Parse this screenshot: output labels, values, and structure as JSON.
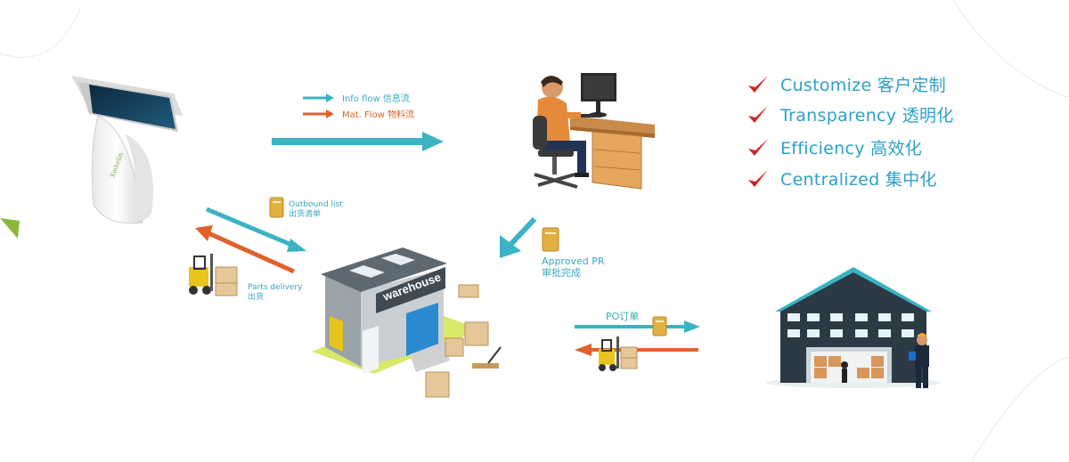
{
  "legend": {
    "info_flow": "Info flow  信息流",
    "mat_flow": "Mat. Flow  物料流"
  },
  "colors": {
    "info_flow": "#3bb3c3",
    "mat_flow": "#e0612a",
    "check": "#d42020",
    "feature_text": "#2ba0c8"
  },
  "flows": {
    "outbound_list": [
      "Outbound list",
      "出货清单"
    ],
    "parts_delivery": [
      "Parts delivery",
      "出货"
    ],
    "approved_pr": [
      "Approved PR",
      "审批完成"
    ],
    "po": "PO订单"
  },
  "warehouse_sign": "warehouse",
  "features": [
    {
      "label": "Customize 客户定制",
      "icon": "checkmark-icon"
    },
    {
      "label": "Transparency 透明化",
      "icon": "checkmark-icon"
    },
    {
      "label": "Efficiency 高效化",
      "icon": "checkmark-icon"
    },
    {
      "label": "Centralized 集中化",
      "icon": "checkmark-icon"
    }
  ]
}
